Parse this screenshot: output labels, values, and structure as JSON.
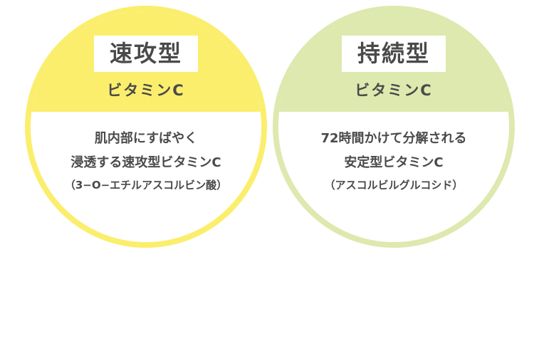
{
  "cards": [
    {
      "title": "速攻型",
      "subtitle": "ビタミンC",
      "lines": [
        "肌内部にすばやく",
        "浸透する速攻型ビタミンC"
      ],
      "note": "（3−O−エチルアスコルビン酸）",
      "color": "#fbee6d"
    },
    {
      "title": "持続型",
      "subtitle": "ビタミンC",
      "lines": [
        "72時間かけて分解される",
        "安定型ビタミンC"
      ],
      "note": "（アスコルビルグルコシド）",
      "color": "#dde9ae"
    }
  ]
}
